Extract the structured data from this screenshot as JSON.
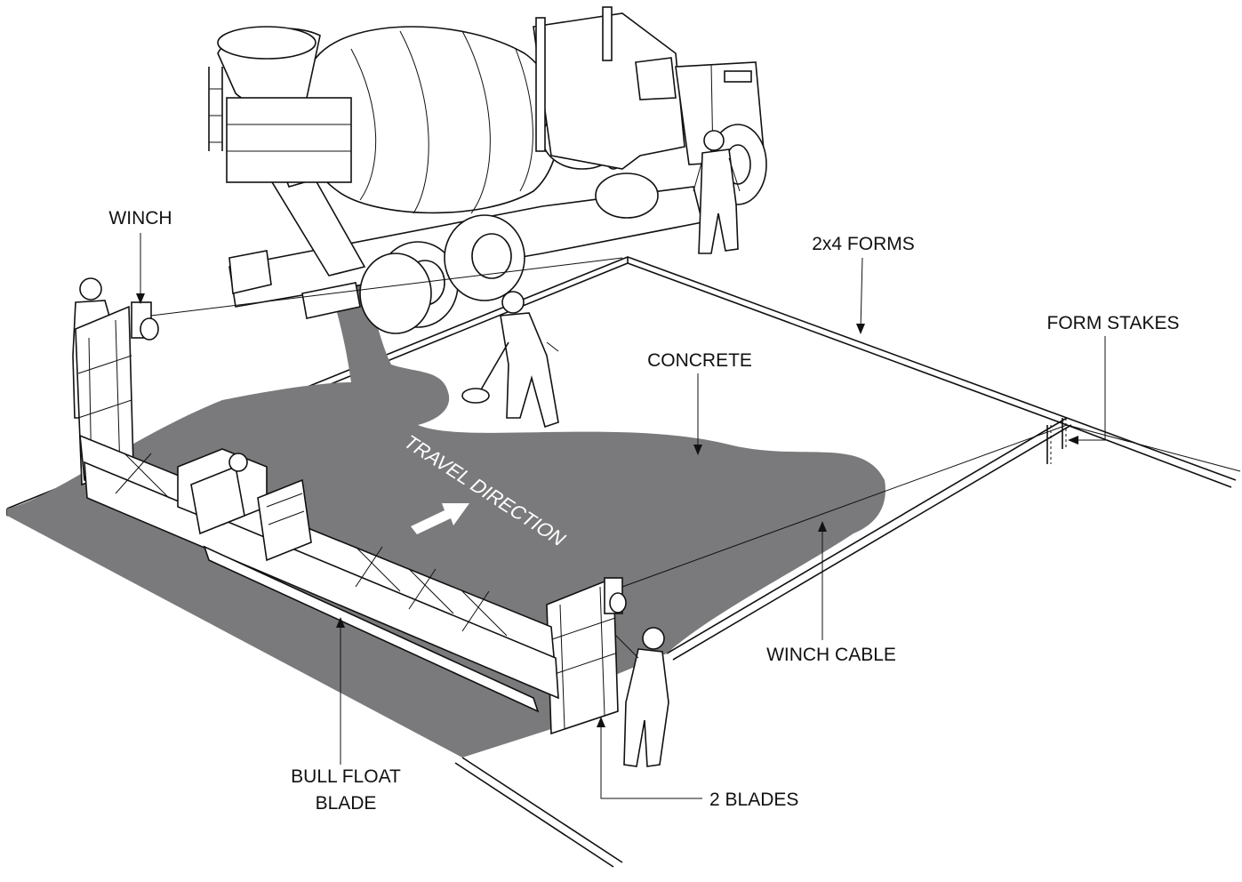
{
  "colors": {
    "concrete": "#7a7a7c",
    "background": "#ffffff",
    "line": "#111111"
  },
  "labels": {
    "winch": "WINCH",
    "forms_2x4": "2x4 FORMS",
    "form_stakes": "FORM STAKES",
    "concrete": "CONCRETE",
    "travel_direction": "TRAVEL DIRECTION",
    "winch_cable": "WINCH CABLE",
    "bull_float_blade_line1": "BULL FLOAT",
    "bull_float_blade_line2": "BLADE",
    "two_blades": "2 BLADES"
  }
}
